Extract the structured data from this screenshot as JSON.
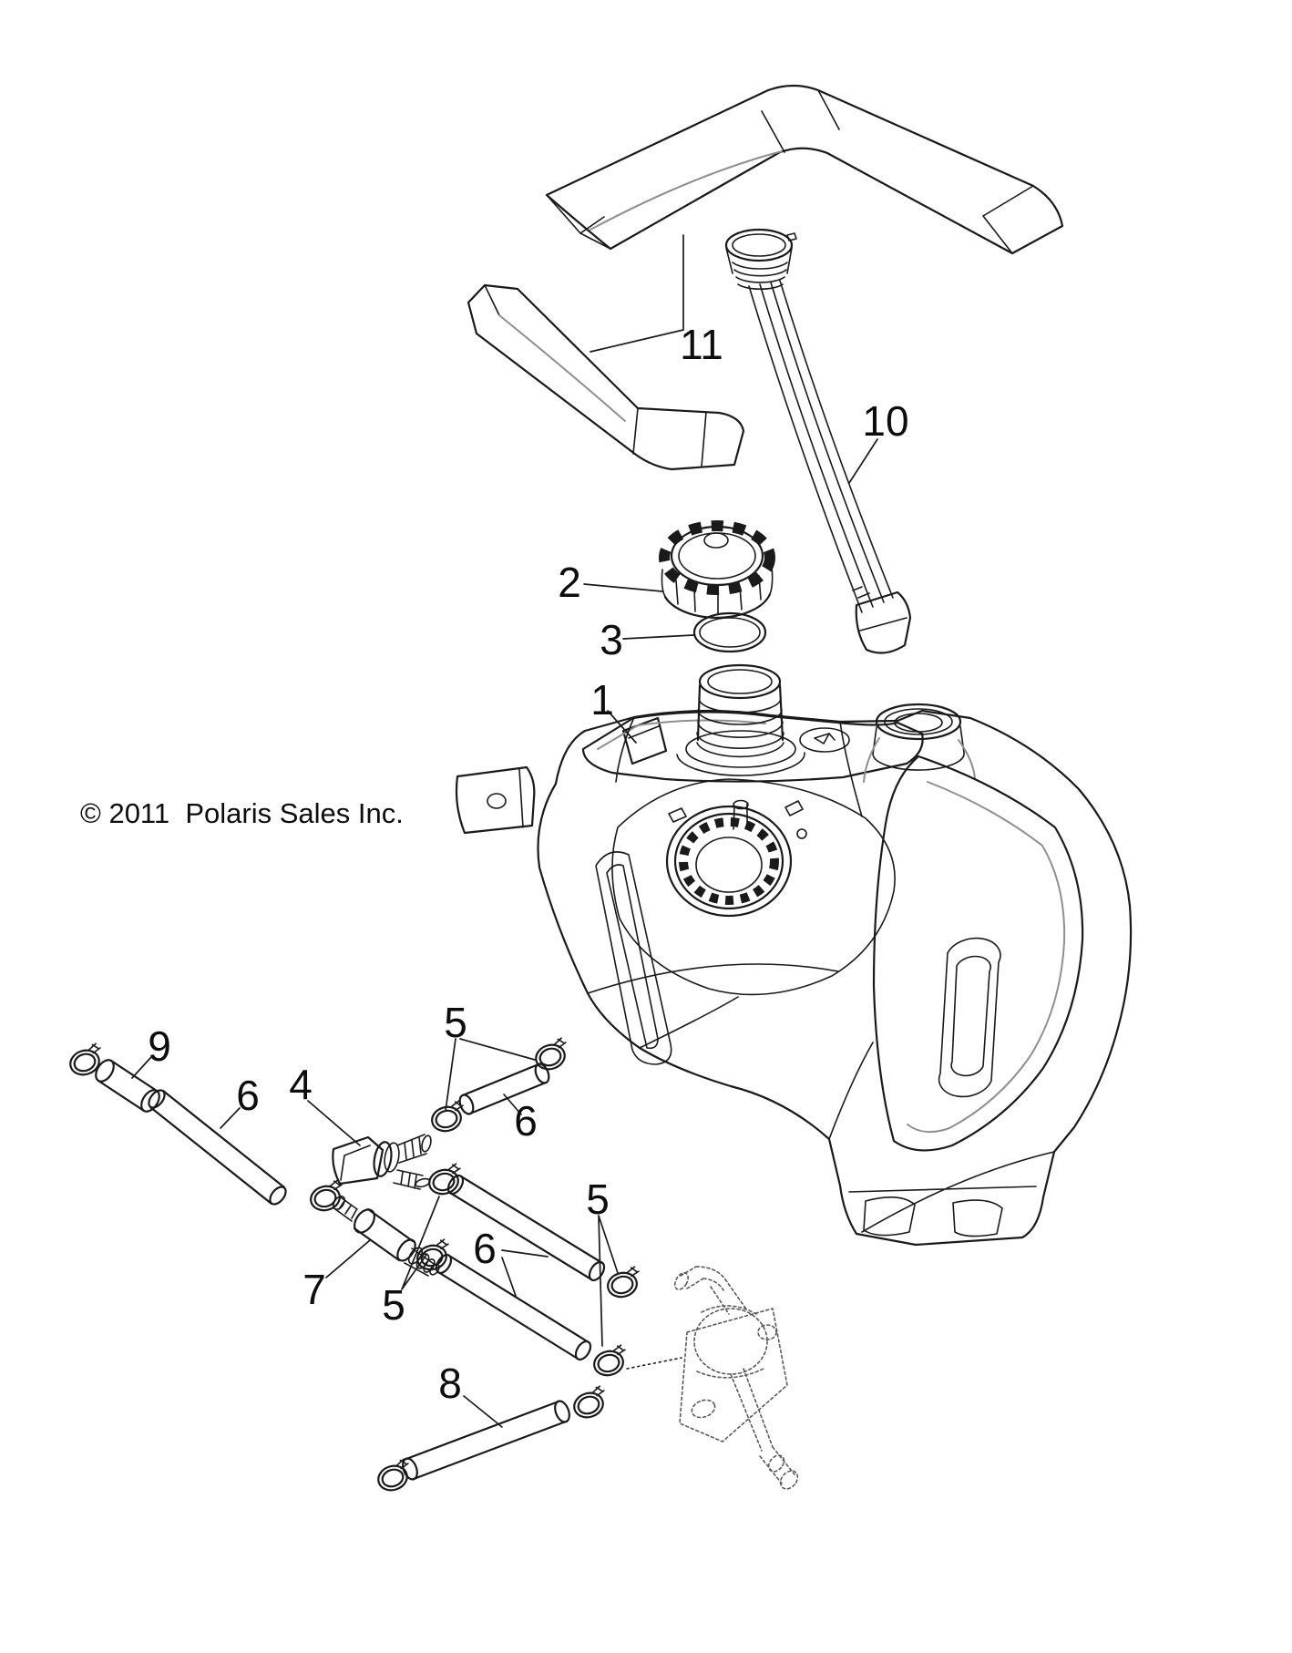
{
  "diagram": {
    "copyright": "© 2011  Polaris Sales Inc.",
    "colors": {
      "line": "#1a1a1a",
      "background": "#ffffff",
      "reference_dashed": "#5a5a5a"
    },
    "callouts": [
      {
        "label": "11"
      },
      {
        "label": "10"
      },
      {
        "label": "2"
      },
      {
        "label": "3"
      },
      {
        "label": "1"
      },
      {
        "label": "9"
      },
      {
        "label": "6"
      },
      {
        "label": "4"
      },
      {
        "label": "5"
      },
      {
        "label": "6"
      },
      {
        "label": "5"
      },
      {
        "label": "6"
      },
      {
        "label": "7"
      },
      {
        "label": "5"
      },
      {
        "label": "8"
      }
    ]
  }
}
